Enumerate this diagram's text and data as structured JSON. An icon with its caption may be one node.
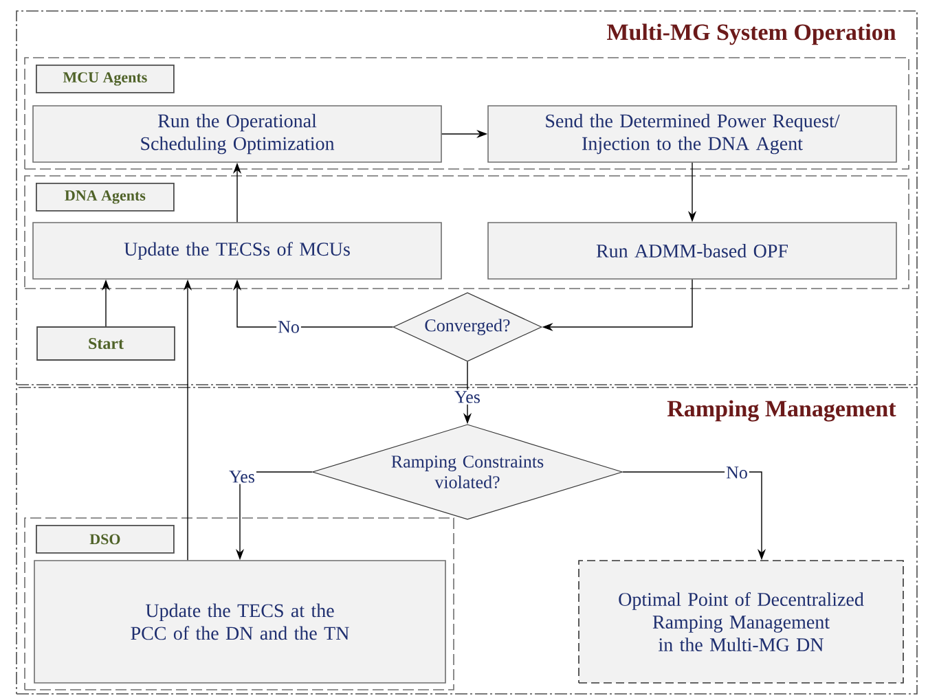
{
  "diagram": {
    "nodes": [
      {
        "text": [
          "Multi-MG System Operation"
        ]
      },
      {
        "text": [
          "MCU Agents"
        ],
        "in": 0
      },
      {
        "text": [
          "Run the Operational Scheduling Optimization"
        ],
        "in": 1
      },
      {
        "text": [
          "Send the Determined Power Request/ Injection to the DNA Agent"
        ],
        "in": 1
      },
      {
        "text": [
          "DNA Agents"
        ],
        "in": 0
      },
      {
        "text": [
          "Update the TECSs of MCUs"
        ],
        "in": 4
      },
      {
        "text": [
          "Run ADMM-based OPF"
        ],
        "in": 4
      },
      {
        "text": [
          "Converged?"
        ],
        "in": 0
      },
      {
        "text": [
          "Start"
        ],
        "in": 0
      },
      {
        "text": [
          "Ramping Management"
        ]
      },
      {
        "text": [
          "Ramping Constraints violated?"
        ],
        "in": 9
      },
      {
        "text": [
          "DSO"
        ],
        "in": 9
      },
      {
        "text": [
          "Update the TECS at the PCC of the DN and the TN"
        ],
        "in": 11
      },
      {
        "text": [
          "Optimal Point of Decentralized Ramping Management in the Multi-MG DN"
        ],
        "in": 9
      }
    ],
    "edges": [
      {
        "from": 2,
        "to": 3,
        "arrow": "to"
      },
      {
        "from": 3,
        "to": 6,
        "arrow": "to"
      },
      {
        "from": 6,
        "to": 7,
        "arrow": "to"
      },
      {
        "from": 7,
        "to": 5,
        "arrow": "to",
        "label": "No"
      },
      {
        "from": 8,
        "to": 5,
        "arrow": "to"
      },
      {
        "from": 5,
        "to": 2,
        "arrow": "to"
      },
      {
        "from": 7,
        "to": 10,
        "arrow": "to",
        "label": "Yes"
      },
      {
        "from": 10,
        "to": 12,
        "arrow": "to",
        "label": "Yes"
      },
      {
        "from": 10,
        "to": 13,
        "arrow": "to",
        "label": "No"
      },
      {
        "from": 12,
        "to": 5,
        "arrow": "to"
      }
    ]
  }
}
